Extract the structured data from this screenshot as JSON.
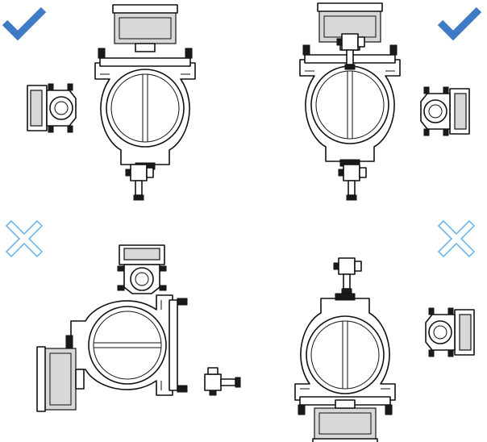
{
  "panels": [
    {
      "position": "top-left",
      "status": "correct",
      "status_icon": "checkmark-icon",
      "status_color": "#3E7BC4"
    },
    {
      "position": "top-right",
      "status": "correct",
      "status_icon": "checkmark-icon",
      "status_color": "#3E7BC4"
    },
    {
      "position": "bottom-left",
      "status": "incorrect",
      "status_icon": "cross-icon",
      "status_color": "#6EB5E6"
    },
    {
      "position": "bottom-right",
      "status": "incorrect",
      "status_icon": "cross-icon",
      "status_color": "#6EB5E6"
    }
  ],
  "colors": {
    "line": "#111111",
    "fill": "#ffffff",
    "shade": "#d8d8d8"
  }
}
